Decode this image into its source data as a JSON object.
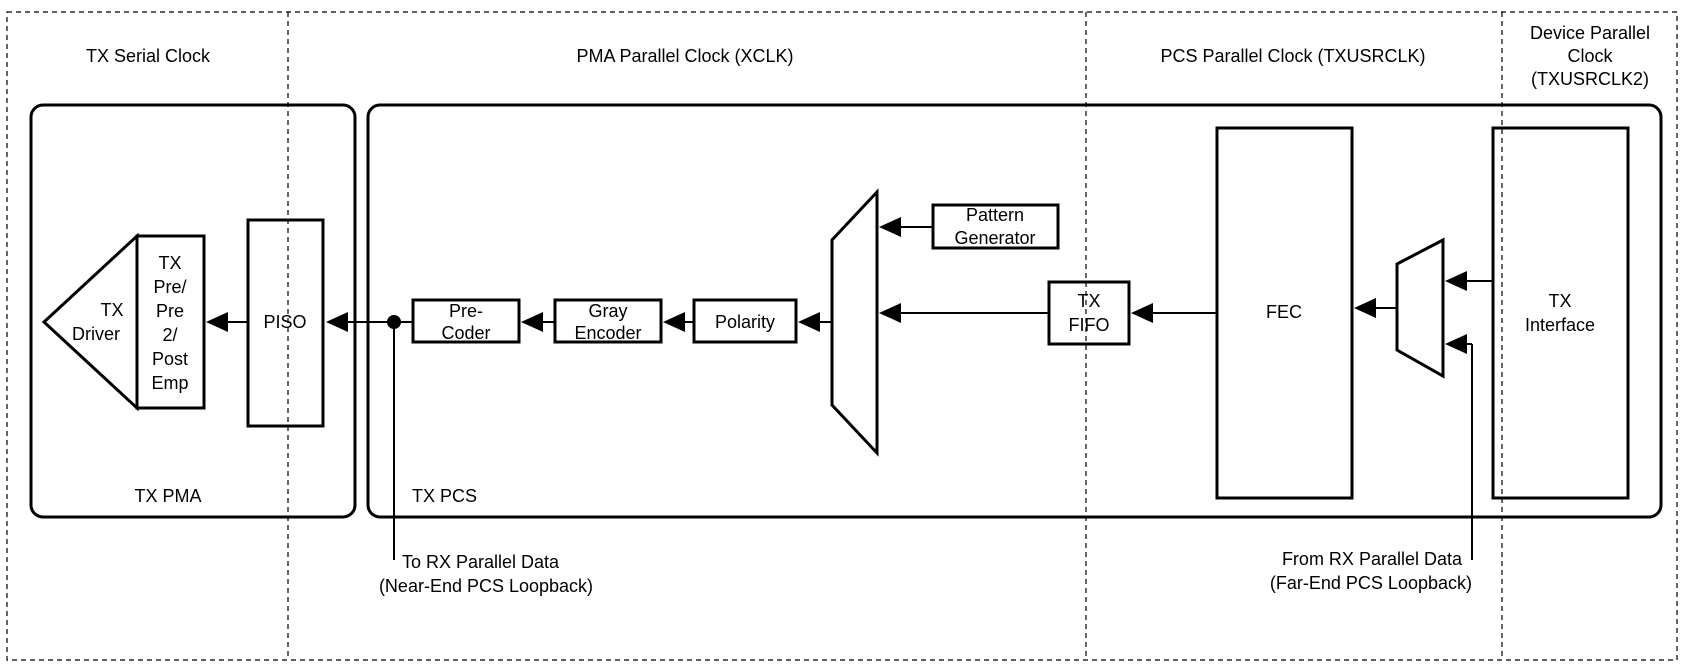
{
  "clock_domains": {
    "tx_serial": "TX Serial Clock",
    "pma_parallel": "PMA Parallel Clock (XCLK)",
    "pcs_parallel": "PCS Parallel Clock (TXUSRCLK)",
    "device_parallel": [
      "Device Parallel",
      "Clock",
      "(TXUSRCLK2)"
    ]
  },
  "sections": {
    "tx_pma": "TX PMA",
    "tx_pcs": "TX PCS"
  },
  "blocks": {
    "tx_driver": [
      "TX",
      "Driver"
    ],
    "pre_post_emp": [
      "TX",
      "Pre/",
      "Pre",
      "2/",
      "Post",
      "Emp"
    ],
    "piso": "PISO",
    "pre_coder": [
      "Pre-",
      "Coder"
    ],
    "gray_encoder": [
      "Gray",
      "Encoder"
    ],
    "polarity": "Polarity",
    "pattern_generator": [
      "Pattern",
      "Generator"
    ],
    "tx_fifo": [
      "TX",
      "FIFO"
    ],
    "fec": "FEC",
    "tx_interface": [
      "TX",
      "Interface"
    ]
  },
  "loopbacks": {
    "near_end": [
      "To RX Parallel Data",
      "(Near-End PCS Loopback)"
    ],
    "far_end": [
      "From RX Parallel Data",
      "(Far-End PCS Loopback)"
    ]
  }
}
